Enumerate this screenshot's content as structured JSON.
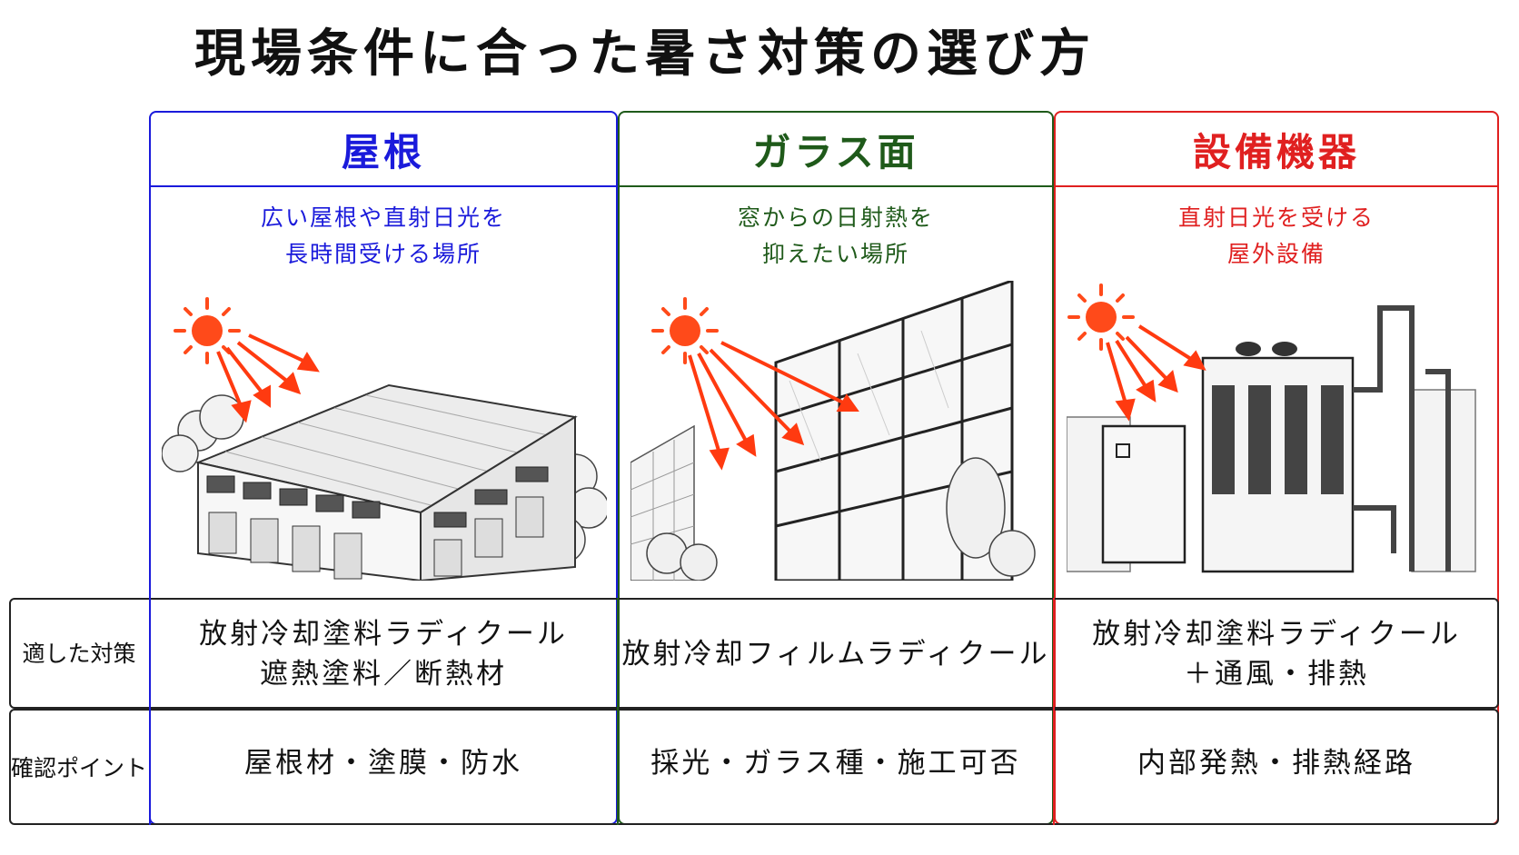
{
  "title": "現場条件に合った暑さ対策の選び方",
  "columns": [
    {
      "heading": "屋根",
      "desc_line1": "広い屋根や直射日光を",
      "desc_line2": "長時間受ける場所",
      "color": "#1a1adb"
    },
    {
      "heading": "ガラス面",
      "desc_line1": "窓からの日射熱を",
      "desc_line2": "抑えたい場所",
      "color": "#1f5a1a"
    },
    {
      "heading": "設備機器",
      "desc_line1": "直射日光を受ける",
      "desc_line2": "屋外設備",
      "color": "#e02020"
    }
  ],
  "rows": [
    {
      "label": "適した対策",
      "cells": [
        {
          "line1": "放射冷却塗料ラディクール",
          "line2": "遮熱塗料／断熱材"
        },
        {
          "line1": "放射冷却フィルムラディクール",
          "line2": ""
        },
        {
          "line1": "放射冷却塗料ラディクール",
          "line2": "＋通風・排熱"
        }
      ]
    },
    {
      "label": "確認ポイント",
      "cells": [
        {
          "line1": "屋根材・塗膜・防水",
          "line2": ""
        },
        {
          "line1": "採光・ガラス種・施工可否",
          "line2": ""
        },
        {
          "line1": "内部発熱・排熱経路",
          "line2": ""
        }
      ]
    }
  ],
  "colors": {
    "sun": "#ff4a1a",
    "arrow": "#ff3a10",
    "line": "#222222"
  }
}
